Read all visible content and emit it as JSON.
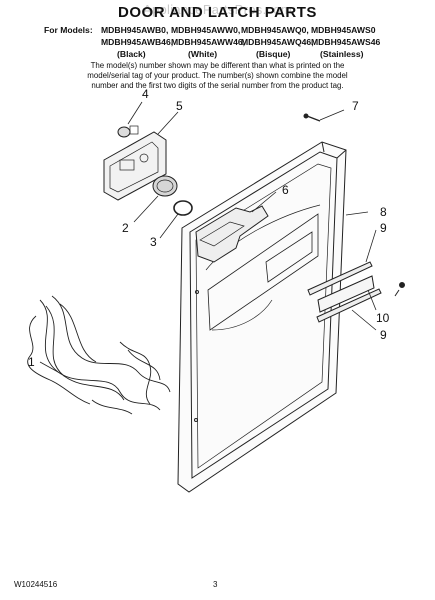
{
  "watermark": "AppliancePartsPros.com",
  "title": "DOOR AND LATCH PARTS",
  "for_models_label": "For Models:",
  "models_row1": [
    "MDBH945AWB0,",
    "MDBH945AWW0,",
    "MDBH945AWQ0,",
    "MDBH945AWS0"
  ],
  "models_row2": [
    "MDBH945AWB46,",
    "MDBH945AWW46,",
    "MDBH945AWQ46,",
    "MDBH945AWS46"
  ],
  "colors_row": [
    "(Black)",
    "(White)",
    "(Bisque)",
    "(Stainless)"
  ],
  "note_lines": [
    "The model(s) number shown may be different than what is printed on the",
    "model/serial tag of your product. The number(s) shown combine the model",
    "number and the first two digits of the serial number from the product tag."
  ],
  "callouts": [
    "1",
    "2",
    "3",
    "4",
    "5",
    "6",
    "7",
    "8",
    "9",
    "9",
    "10"
  ],
  "footer_code": "W10244516",
  "page_number": "3"
}
